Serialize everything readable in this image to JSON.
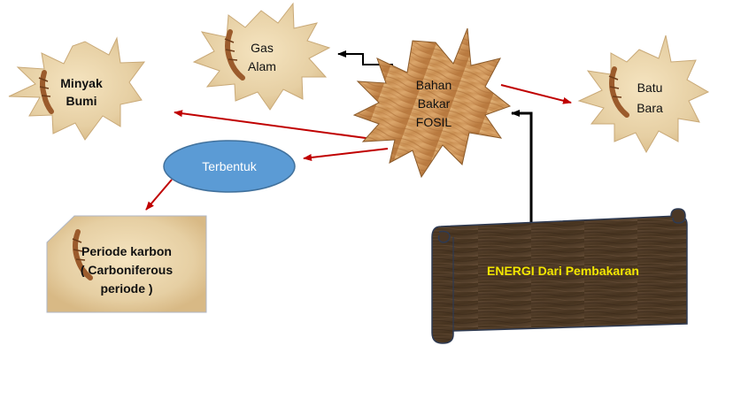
{
  "nodes": {
    "minyak": {
      "line1": "Minyak",
      "line2": "Bumi"
    },
    "gas": {
      "line1": "Gas",
      "line2": "Alam"
    },
    "bahan": {
      "line1": "Bahan",
      "line2": "Bakar",
      "line3": "FOSIL"
    },
    "batu": {
      "line1": "Batu",
      "line2": "Bara"
    },
    "terbentuk": {
      "label": "Terbentuk"
    },
    "periode": {
      "line1": "Periode karbon",
      "line2": "( Carboniferous",
      "line3": "periode )"
    },
    "energi": {
      "label": "ENERGI Dari Pembakaran"
    }
  },
  "colors": {
    "parchment": "#e6cfa3",
    "fossil": "#9b5b2c",
    "wood_light": "#d9a66a",
    "wood_dark": "#4e3a28",
    "ellipse_fill": "#5b9bd5",
    "ellipse_stroke": "#41719c",
    "red_arrow": "#c00000",
    "black_arrow": "#000000",
    "energi_text": "#f2e600"
  }
}
